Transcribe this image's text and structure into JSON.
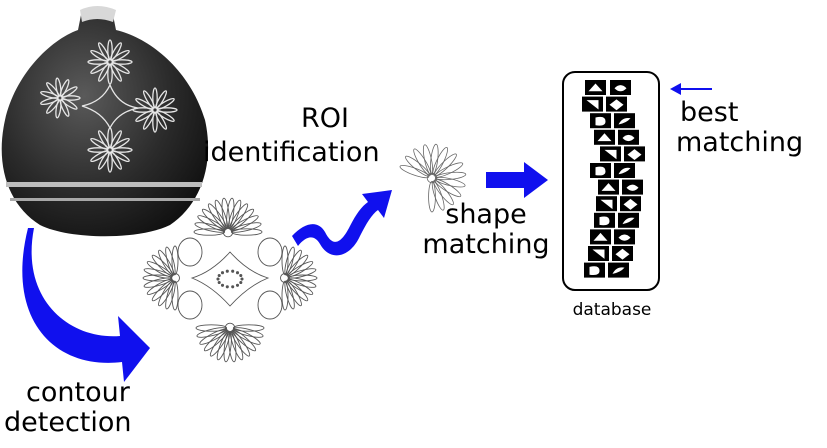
{
  "labels": {
    "roi_line1": "ROI",
    "roi_line2": "identification",
    "shape_line1": "shape",
    "shape_line2": "matching",
    "best_line1": "best",
    "best_line2": "matching",
    "contour_line1": "contour",
    "contour_line2": "detection",
    "database": "database"
  },
  "colors": {
    "arrow": "#1010ee",
    "ink": "#000000",
    "vase_dark": "#2a2a2a"
  },
  "icons": [
    "vase-photo",
    "flower-motif",
    "database-shape-tiles"
  ]
}
